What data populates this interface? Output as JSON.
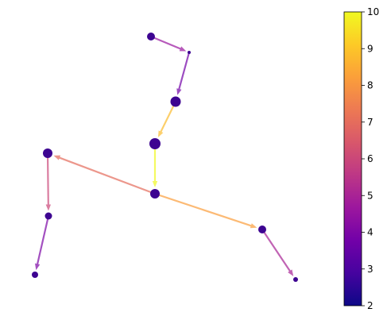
{
  "graph": {
    "nodes": [
      {
        "id": "n1",
        "size": 5
      },
      {
        "id": "n2",
        "size": 2
      },
      {
        "id": "n3",
        "size": 6.5
      },
      {
        "id": "n4",
        "size": 7
      },
      {
        "id": "n5",
        "size": 6
      },
      {
        "id": "n6",
        "size": 6
      },
      {
        "id": "n7",
        "size": 4.5
      },
      {
        "id": "n8",
        "size": 4
      },
      {
        "id": "n9",
        "size": 5
      },
      {
        "id": "n10",
        "size": 3
      }
    ],
    "edges": [
      {
        "from": "n1",
        "to": "n2",
        "weight": 4.6
      },
      {
        "from": "n2",
        "to": "n3",
        "weight": 3.8
      },
      {
        "from": "n3",
        "to": "n4",
        "weight": 8.8
      },
      {
        "from": "n4",
        "to": "n5",
        "weight": 10.0
      },
      {
        "from": "n5",
        "to": "n6",
        "weight": 7.0
      },
      {
        "from": "n6",
        "to": "n7",
        "weight": 6.0
      },
      {
        "from": "n7",
        "to": "n8",
        "weight": 4.0
      },
      {
        "from": "n5",
        "to": "n9",
        "weight": 8.2
      },
      {
        "from": "n9",
        "to": "n10",
        "weight": 5.0
      }
    ],
    "node_color": "#3d0491"
  },
  "colorbar": {
    "min": 2,
    "max": 10,
    "ticks": [
      "2",
      "3",
      "4",
      "5",
      "6",
      "7",
      "8",
      "9",
      "10"
    ],
    "colormap": "plasma",
    "stops": [
      "#0d0887",
      "#46039f",
      "#7201a8",
      "#9c179e",
      "#bd3786",
      "#d8576b",
      "#ed7953",
      "#fb9f3a",
      "#fdca26",
      "#f0f921"
    ]
  }
}
